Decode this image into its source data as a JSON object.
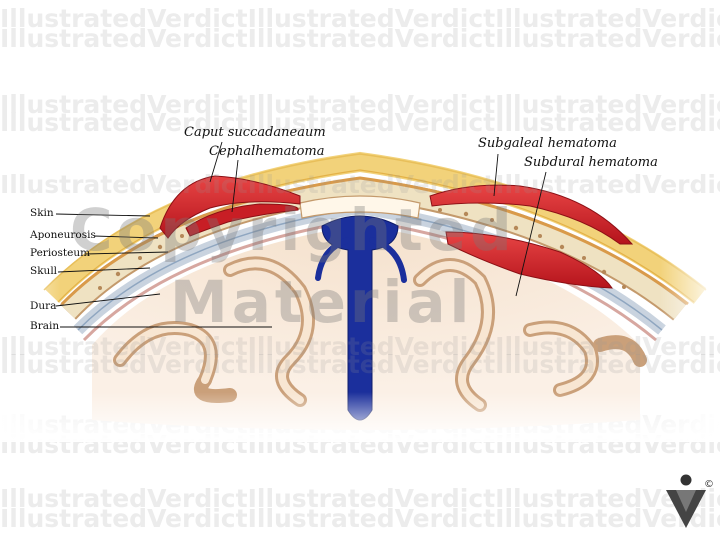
{
  "watermark": {
    "text": "IllustratedVerdictIllustratedVerdictIllustratedVerdict",
    "overlay_text": "IllustratedVerdictIllustratedVerdictIllustratedVerdict",
    "big_lines": [
      "Copyrighted",
      "Material"
    ]
  },
  "labels": {
    "caput": "Caput succadaneaum",
    "cephal": "Cephalhematoma",
    "subgaleal": "Subgaleal hematoma",
    "subdural": "Subdural hematoma",
    "skin": "Skin",
    "aponeurosis": "Aponeurosis",
    "periosteum": "Periosteum",
    "skull": "Skull",
    "dura": "Dura",
    "brain": "Brain"
  },
  "logo": {
    "copyright": "©",
    "icon": "iv-logo-icon"
  },
  "colors": {
    "skin": "#f2d27a",
    "hematoma": "#d8232a",
    "skull": "#efe2c2",
    "dura": "#b7c6d8",
    "brain": "#f3dcc4",
    "brain_fold": "#caa07a",
    "sinus": "#1b2f9c"
  }
}
